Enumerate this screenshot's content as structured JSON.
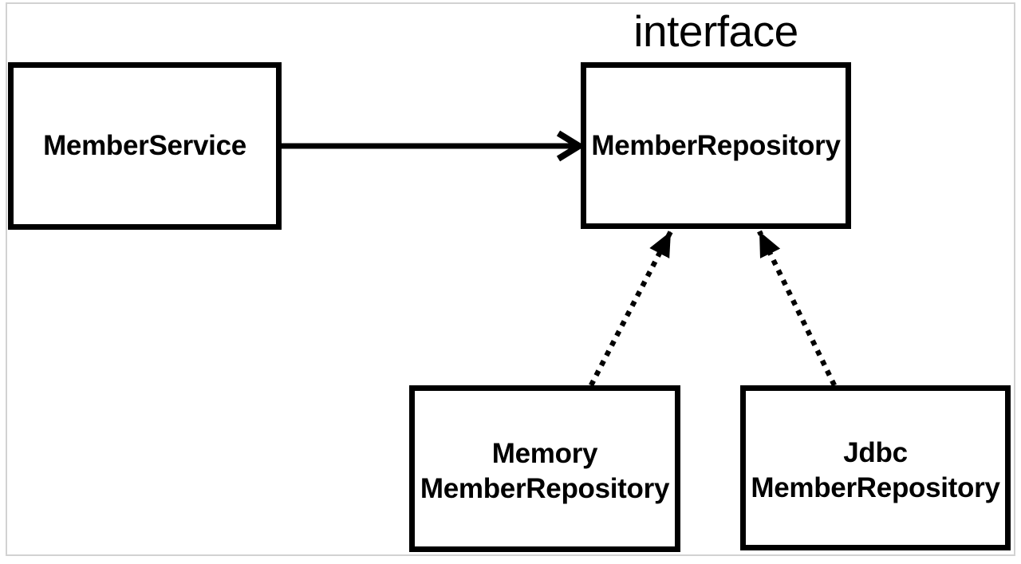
{
  "diagram": {
    "interface_label": "interface",
    "nodes": {
      "service": {
        "label": "MemberService"
      },
      "repository": {
        "label": "MemberRepository"
      },
      "memory": {
        "line1": "Memory",
        "line2": "MemberRepository"
      },
      "jdbc": {
        "line1": "Jdbc",
        "line2": "MemberRepository"
      }
    },
    "edges": [
      {
        "from": "MemberService",
        "to": "MemberRepository",
        "line": "solid",
        "head": "open-chevron",
        "meaning": "dependency"
      },
      {
        "from": "MemoryMemberRepository",
        "to": "MemberRepository",
        "line": "dotted",
        "head": "filled-triangle",
        "meaning": "implements"
      },
      {
        "from": "JdbcMemberRepository",
        "to": "MemberRepository",
        "line": "dotted",
        "head": "filled-triangle",
        "meaning": "implements"
      }
    ],
    "colors": {
      "line": "#000000",
      "box_border": "#000000",
      "box_bg": "#ffffff",
      "canvas_frame": "#d2d2d2"
    }
  }
}
